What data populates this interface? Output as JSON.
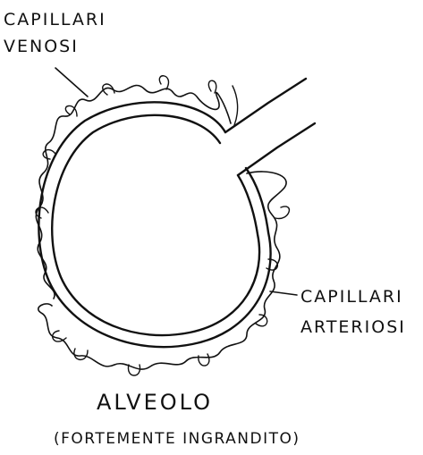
{
  "labels": {
    "venous_line1": "CAPILLARI",
    "venous_line2": "VENOSI",
    "arterial_line1": "CAPILLARI",
    "arterial_line2": "ARTERIOSI",
    "title": "ALVEOLO",
    "subtitle": "(FORTEMENTE INGRANDITO)"
  },
  "colors": {
    "ink": "#111111",
    "background": "#ffffff"
  }
}
